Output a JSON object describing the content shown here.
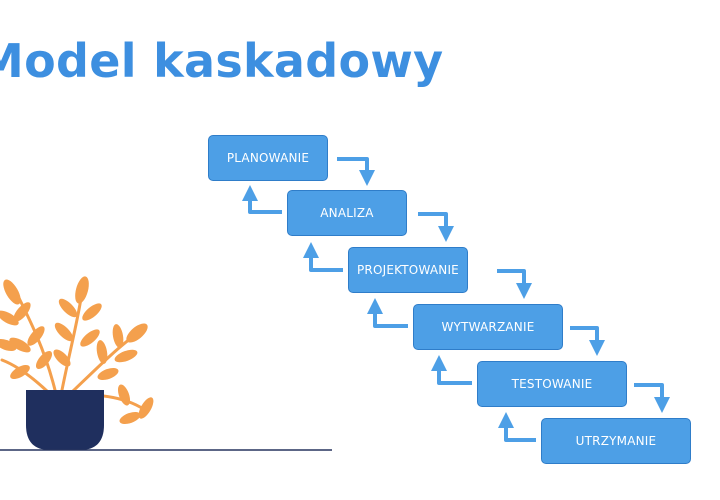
{
  "slide": {
    "title": "Model kaskadowy"
  },
  "diagram": {
    "steps": [
      {
        "label": "PLANOWANIE"
      },
      {
        "label": "ANALIZA"
      },
      {
        "label": "PROJEKTOWANIE"
      },
      {
        "label": "WYTWARZANIE"
      },
      {
        "label": "TESTOWANIE"
      },
      {
        "label": "UTRZYMANIE"
      }
    ],
    "colors": {
      "box_fill": "#4d9fe6",
      "box_border": "#2f7dc9",
      "arrow": "#4d9fe6",
      "title": "#3d8fe0",
      "plant_leaves": "#f4a04d",
      "pot": "#1f2f5e",
      "ground_line": "#27345f"
    }
  }
}
